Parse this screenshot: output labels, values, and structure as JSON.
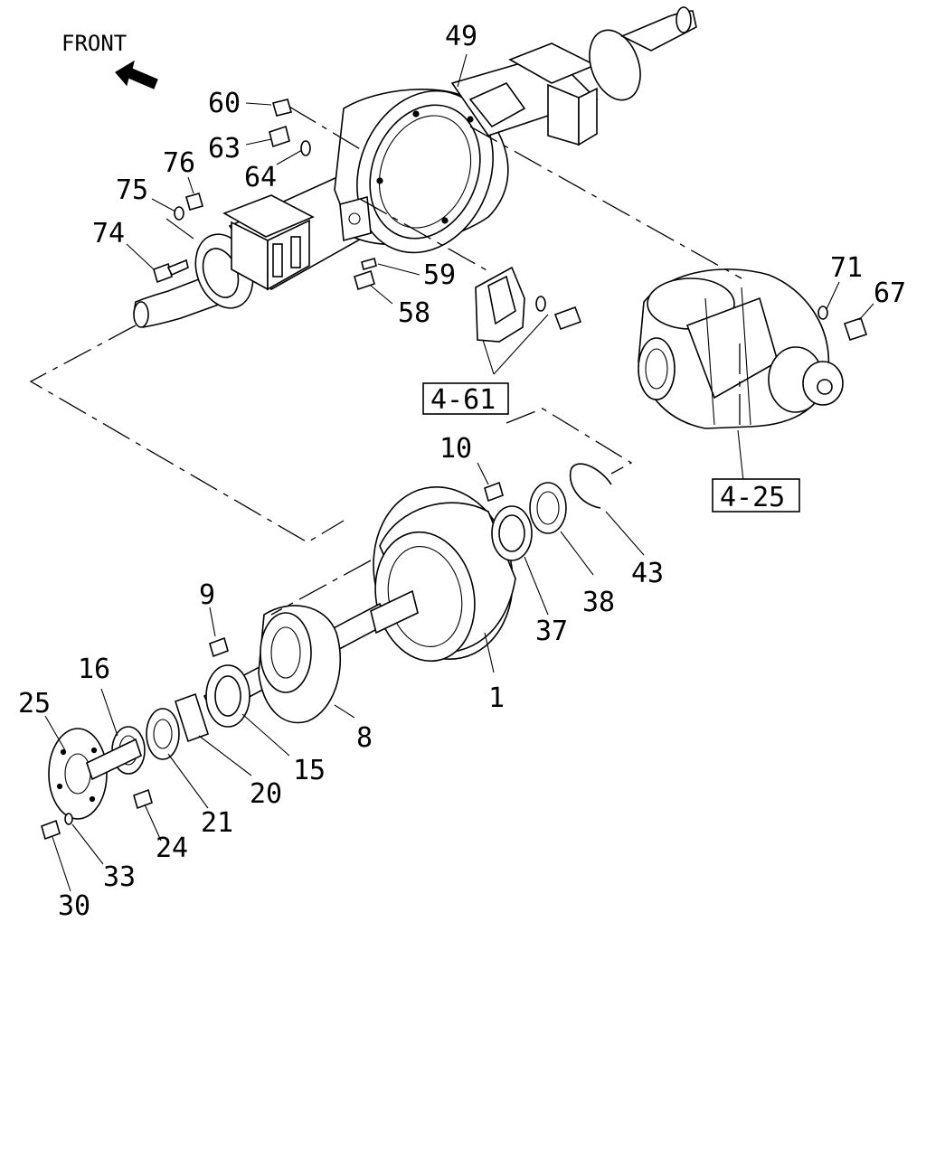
{
  "direction_label": "FRONT",
  "icons": {
    "front_arrow": "arrow-left-icon"
  },
  "callouts": {
    "c49": "49",
    "c60": "60",
    "c63": "63",
    "c64": "64",
    "c76": "76",
    "c75": "75",
    "c74": "74",
    "c59": "59",
    "c58": "58",
    "c71": "71",
    "c67": "67",
    "c10": "10",
    "c43": "43",
    "c38": "38",
    "c37": "37",
    "c1": "1",
    "c9": "9",
    "c8": "8",
    "c15": "15",
    "c20": "20",
    "c21": "21",
    "c16": "16",
    "c25": "25",
    "c24": "24",
    "c33": "33",
    "c30": "30"
  },
  "references": {
    "r461": "4-61",
    "r425": "4-25"
  }
}
